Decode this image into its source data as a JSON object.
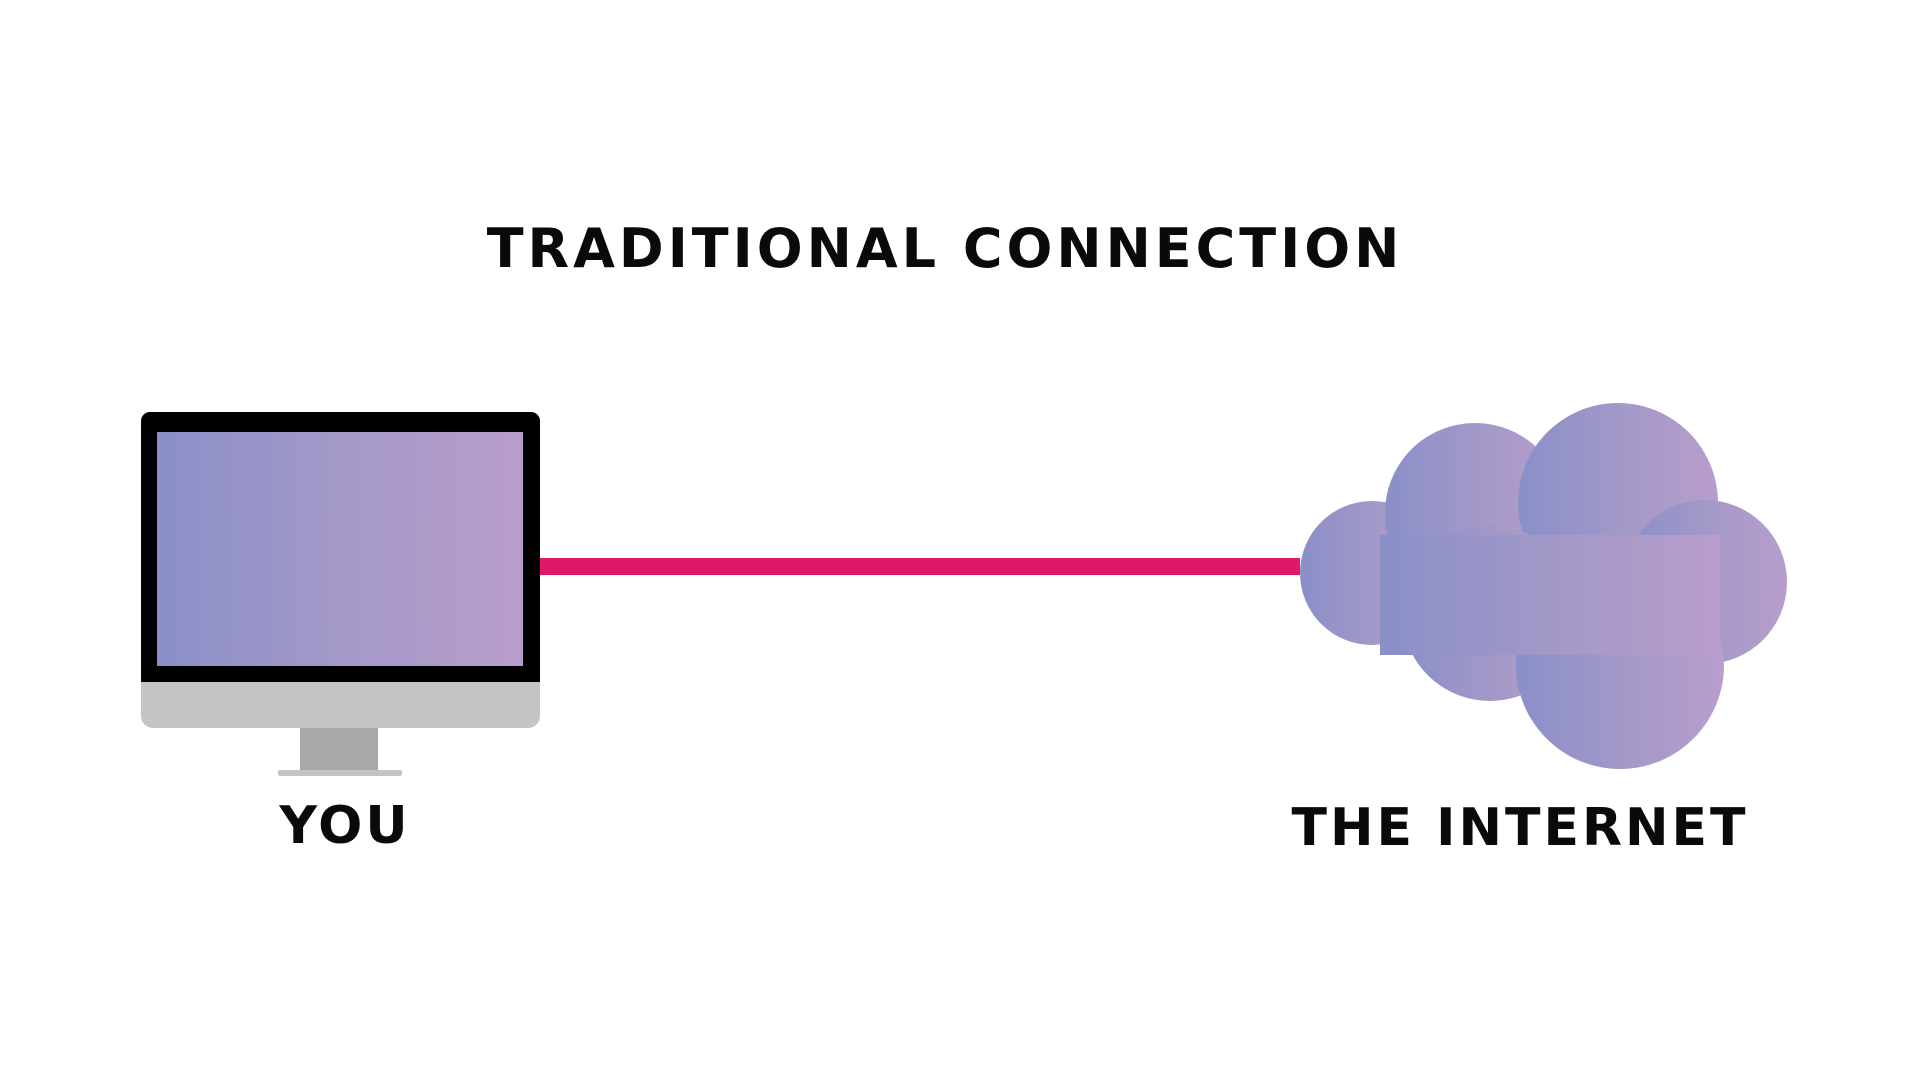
{
  "diagram": {
    "title": "TRADITIONAL CONNECTION",
    "left_node": {
      "label": "YOU",
      "icon": "computer-monitor-icon"
    },
    "right_node": {
      "label": "THE INTERNET",
      "icon": "cloud-icon"
    },
    "connection": {
      "type": "direct-line",
      "color": "#e0186a"
    },
    "colors": {
      "gradient_start": "#8a8fc8",
      "gradient_end": "#b89dcc",
      "text": "#0a0a0a"
    }
  }
}
